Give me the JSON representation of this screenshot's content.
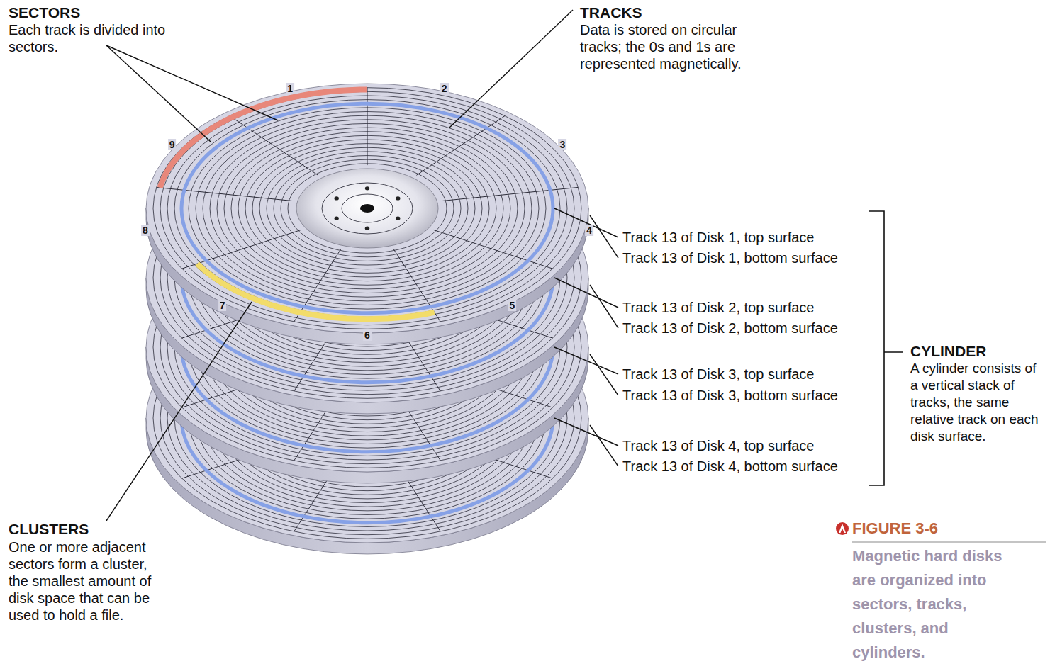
{
  "diagram": {
    "caption": "Magnetic hard disks are organized into sectors, tracks, clusters, and cylinders.",
    "labels": [
      "SECTORS",
      "Each track is divided into sectors.",
      "TRACKS",
      "Data is stored on circular tracks; the 0s and 1s are represented magnetically.",
      "1",
      "2",
      "3",
      "4",
      "5",
      "6",
      "7",
      "8",
      "9",
      "Track 13 of Disk 1, top surface",
      "Track 13 of Disk 1, bottom surface",
      "Track 13 of Disk 2, top surface",
      "Track 13 of Disk 2, bottom surface",
      "Track 13 of Disk 3, top surface",
      "Track 13 of Disk 3, bottom surface",
      "Track 13 of Disk 4, top surface",
      "Track 13 of Disk 4, bottom surface",
      "CYLINDER",
      "A cylinder consists of a vertical stack of tracks, the same relative track on each disk surface.",
      "CLUSTERS",
      "One or more adjacent sectors form a cluster, the smallest amount of disk space that can be used to hold a file.",
      "FIGURE 3-6"
    ]
  }
}
